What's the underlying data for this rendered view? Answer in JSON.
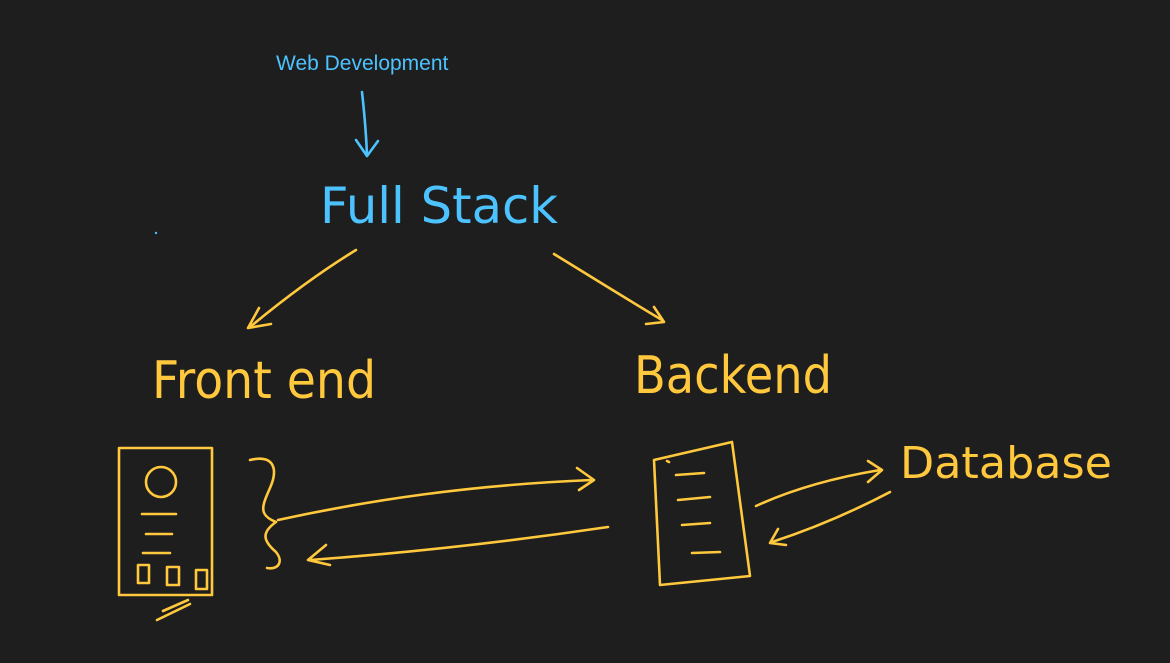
{
  "diagram": {
    "title": "Web Development",
    "root": "Full Stack",
    "branches": {
      "frontend": "Front end",
      "backend": "Backend",
      "database": "Database"
    }
  },
  "colors": {
    "background": "#1e1e1e",
    "title_ink": "#4cc2ff",
    "main_ink": "#ffc83d"
  },
  "icons": {
    "frontend": "phone-wireframe-icon",
    "backend": "server-icon"
  }
}
